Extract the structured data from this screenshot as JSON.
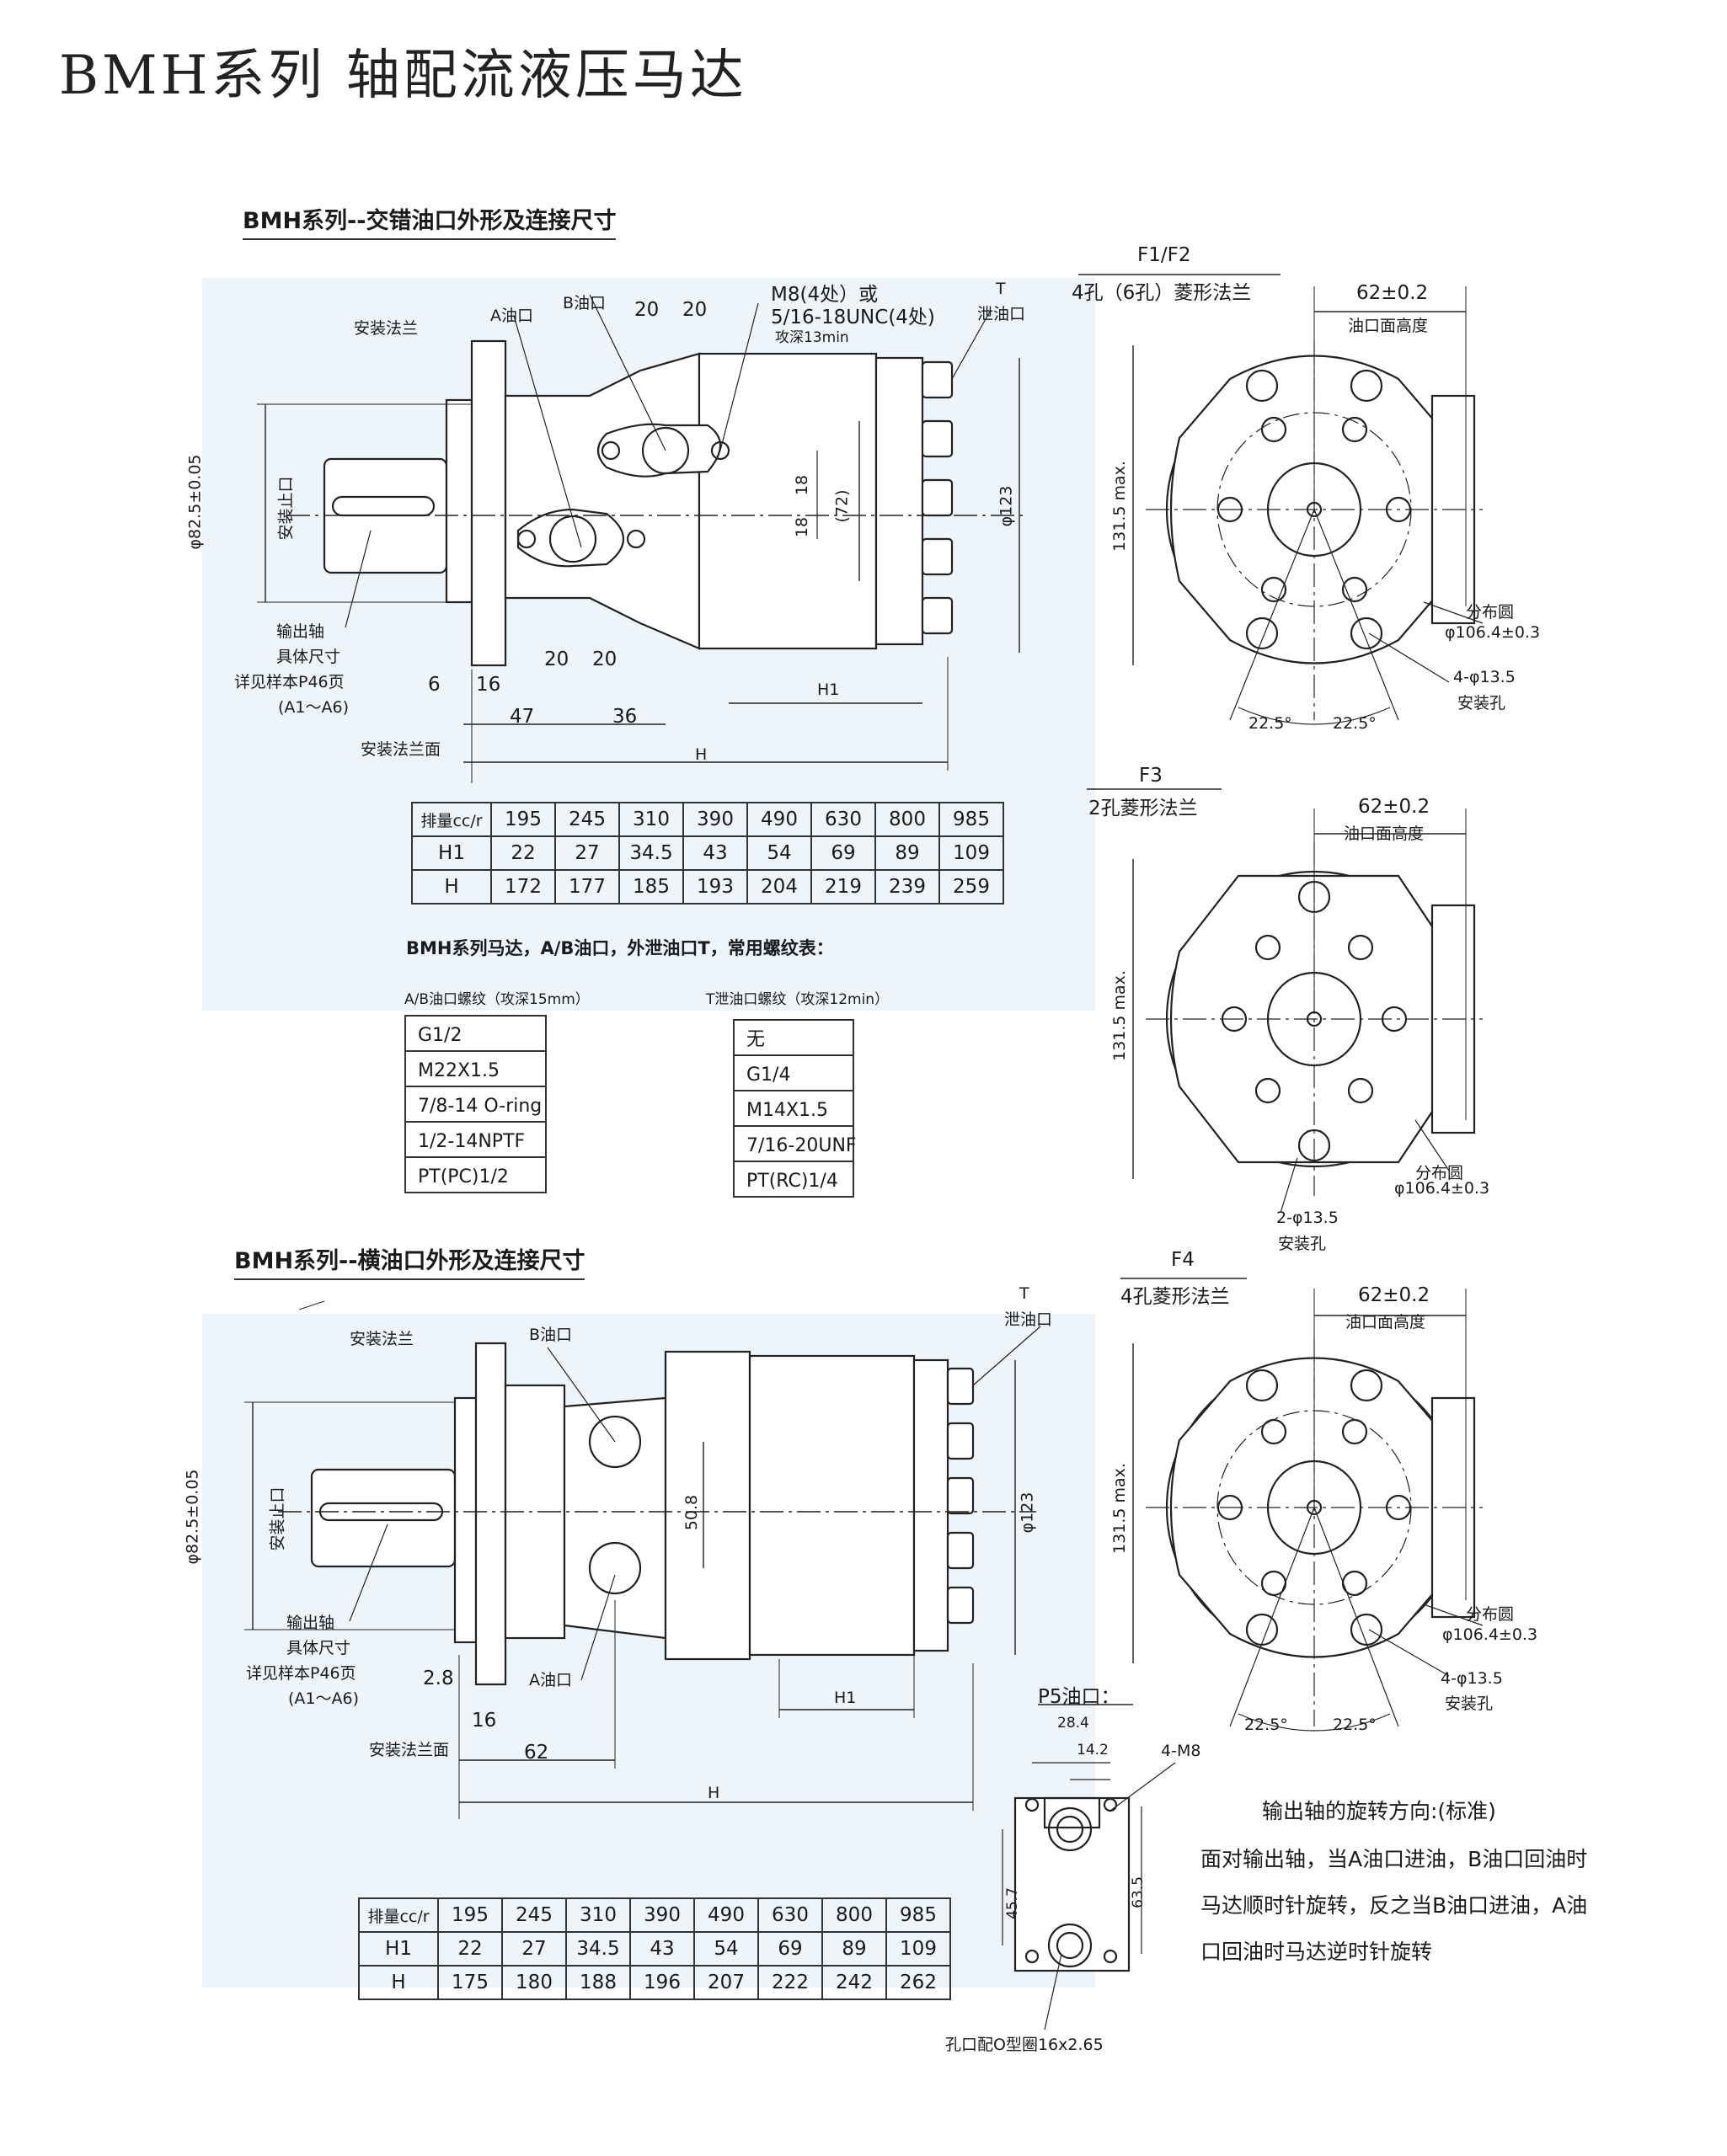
{
  "page_title": "BMH系列 轴配流液压马达",
  "section1": {
    "title": "BMH系列--交错油口外形及连接尺寸",
    "labels": {
      "flange": "安装法兰",
      "port_a": "A油口",
      "port_b": "B油口",
      "dim_20a": "20",
      "dim_20b": "20",
      "m8": "M8(4处）或",
      "unc": "5/16-18UNC(4处)",
      "depth": "攻深13min",
      "t_label": "T",
      "drain": "泄油口",
      "phi825": "φ82.5±0.05",
      "pilot": "安装止口",
      "phi123": "φ123",
      "d72": "(72)",
      "d18a": "18",
      "d18b": "18",
      "shaft": "输出轴",
      "shaft2": "具体尺寸",
      "shaft3": "详见样本P46页",
      "shaft4": "(A1～A6)",
      "d6": "6",
      "d16": "16",
      "d20c": "20",
      "d20d": "20",
      "d47": "47",
      "d36": "36",
      "h1": "H1",
      "h": "H",
      "flange_face": "安装法兰面"
    },
    "table": {
      "header": [
        "排量cc/r",
        "195",
        "245",
        "310",
        "390",
        "490",
        "630",
        "800",
        "985"
      ],
      "rows": [
        [
          "H1",
          "22",
          "27",
          "34.5",
          "43",
          "54",
          "69",
          "89",
          "109"
        ],
        [
          "H",
          "172",
          "177",
          "185",
          "193",
          "204",
          "219",
          "239",
          "259"
        ]
      ]
    },
    "thread_title": "BMH系列马达，A/B油口，外泄油口T，常用螺纹表：",
    "ab_title": "A/B油口螺纹（攻深15mm）",
    "ab_items": [
      "G1/2",
      "M22X1.5",
      "7/8-14 O-ring",
      "1/2-14NPTF",
      "PT(PC)1/2"
    ],
    "t_title": "T泄油口螺纹（攻深12min）",
    "t_items": [
      "无",
      "G1/4",
      "M14X1.5",
      "7/16-20UNF",
      "PT(RC)1/4"
    ]
  },
  "flange_f1f2": {
    "name": "F1/F2",
    "desc": "4孔（6孔）菱形法兰",
    "dim": "62±0.2",
    "dim_note": "油口面高度",
    "max": "131.5 max.",
    "pcd": "分布圆",
    "pcd_val": "φ106.4±0.3",
    "holes": "4-φ13.5",
    "holes_note": "安装孔",
    "ang1": "22.5°",
    "ang2": "22.5°"
  },
  "flange_f3": {
    "name": "F3",
    "desc": "2孔菱形法兰",
    "dim": "62±0.2",
    "dim_note": "油口面高度",
    "max": "131.5 max.",
    "pcd": "分布圆",
    "pcd_val": "φ106.4±0.3",
    "holes": "2-φ13.5",
    "holes_note": "安装孔"
  },
  "section2": {
    "title": "BMH系列--横油口外形及连接尺寸",
    "labels": {
      "flange": "安装法兰",
      "port_b": "B油口",
      "t_label": "T",
      "drain": "泄油口",
      "phi825": "φ82.5±0.05",
      "pilot": "安装止口",
      "d508": "50.8",
      "phi123": "φ123",
      "shaft": "输出轴",
      "shaft2": "具体尺寸",
      "shaft3": "详见样本P46页",
      "shaft4": "(A1～A6)",
      "d28": "2.8",
      "port_a": "A油口",
      "d16": "16",
      "h1": "H1",
      "flange_face": "安装法兰面",
      "d62": "62",
      "h": "H"
    },
    "table": {
      "header": [
        "排量cc/r",
        "195",
        "245",
        "310",
        "390",
        "490",
        "630",
        "800",
        "985"
      ],
      "rows": [
        [
          "H1",
          "22",
          "27",
          "34.5",
          "43",
          "54",
          "69",
          "89",
          "109"
        ],
        [
          "H",
          "175",
          "180",
          "188",
          "196",
          "207",
          "222",
          "242",
          "262"
        ]
      ]
    }
  },
  "flange_f4": {
    "name": "F4",
    "desc": "4孔菱形法兰",
    "dim": "62±0.2",
    "dim_note": "油口面高度",
    "max": "131.5 max.",
    "pcd": "分布圆",
    "pcd_val": "φ106.4±0.3",
    "holes": "4-φ13.5",
    "holes_note": "安装孔",
    "ang1": "22.5°",
    "ang2": "22.5°"
  },
  "p5": {
    "title": "P5油口：",
    "d284": "28.4",
    "d142": "14.2",
    "m8": "4-M8",
    "d457": "45.7",
    "d635": "63.5",
    "oring": "孔口配O型圈16x2.65"
  },
  "rotation": {
    "title": "输出轴的旋转方向:(标准)",
    "lines": [
      "面对输出轴，当A油口进油，B油口回油时",
      "马达顺时针旋转，反之当B油口进油，A油",
      "口回油时马达逆时针旋转"
    ]
  }
}
